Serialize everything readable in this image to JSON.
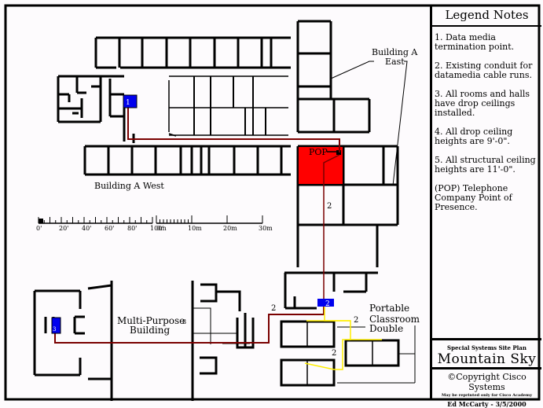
{
  "legend": {
    "title": "Legend Notes",
    "notes": [
      "1. Data media termination point.",
      "2. Existing conduit for datamedia cable runs.",
      "3. All rooms and halls have drop ceilings installed.",
      "4. All drop ceiling heights are 9'-0\".",
      "5. All structural ceiling heights are 11'-0\".",
      "(POP) Telephone Company Point of Presence."
    ]
  },
  "title_block": {
    "subtitle": "Special Systems Site Plan",
    "title": "Mountain Sky"
  },
  "copyright": {
    "main": "©Copyright Cisco Systems",
    "sub": "May be reprinted only for Cisco Academy",
    "author": "Ed McCarty - 3/5/2000"
  },
  "labels": {
    "building_a_west": "Building A West",
    "building_a_east_line1": "Building A",
    "building_a_east_line2": "East",
    "multi_purpose_line1": "Multi-Purpose",
    "multi_purpose_line2": "Building",
    "portable_line1": "Portable",
    "portable_line2": "Classroom",
    "portable_line3": "Double",
    "pop": "POP",
    "conduit_marker": "2",
    "mp_room_marker": "8"
  },
  "termination_points": [
    {
      "id": "1",
      "label": "1"
    },
    {
      "id": "2",
      "label": "2"
    },
    {
      "id": "3",
      "label": "3"
    }
  ],
  "scale": {
    "feet_ticks": [
      "0'",
      "20'",
      "40'",
      "60'",
      "80'",
      "100'"
    ],
    "metric_ticks": [
      "0m",
      "10m",
      "20m",
      "30m"
    ]
  },
  "colors": {
    "cable": "#7a0000",
    "conduit": "#ffee00",
    "termination": "#0000ee",
    "pop": "#ff0000",
    "wall": "#000000",
    "background": "#fdfbfd"
  }
}
